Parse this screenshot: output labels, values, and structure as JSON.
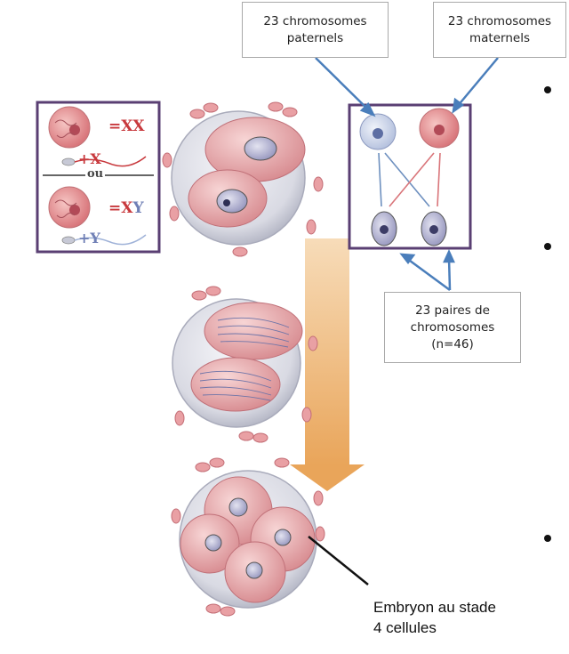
{
  "callouts": {
    "paternal": [
      "23 chromosomes",
      "paternels"
    ],
    "maternal": [
      "23 chromosomes",
      "maternels"
    ],
    "pairs": [
      "23 paires de",
      "chromosomes",
      "(n=46)"
    ]
  },
  "embryo_label": [
    "Embryon au stade",
    "4 cellules"
  ],
  "sex_panel": {
    "female_result": "=XX",
    "male_result_eq": "=X",
    "male_result_y": "Y",
    "plus_x": "+X",
    "plus_y": "+Y",
    "separator": "ou"
  },
  "colors": {
    "panel_border": "#5a3f73",
    "arrow_blue": "#4a7ebb",
    "cell_pink": "#e8a3a6",
    "nucleus_lavender": "#b7b7d6",
    "progression_arrow": "#e8a85c",
    "x_red": "#c8393d",
    "y_blue": "#6f7fb5"
  }
}
